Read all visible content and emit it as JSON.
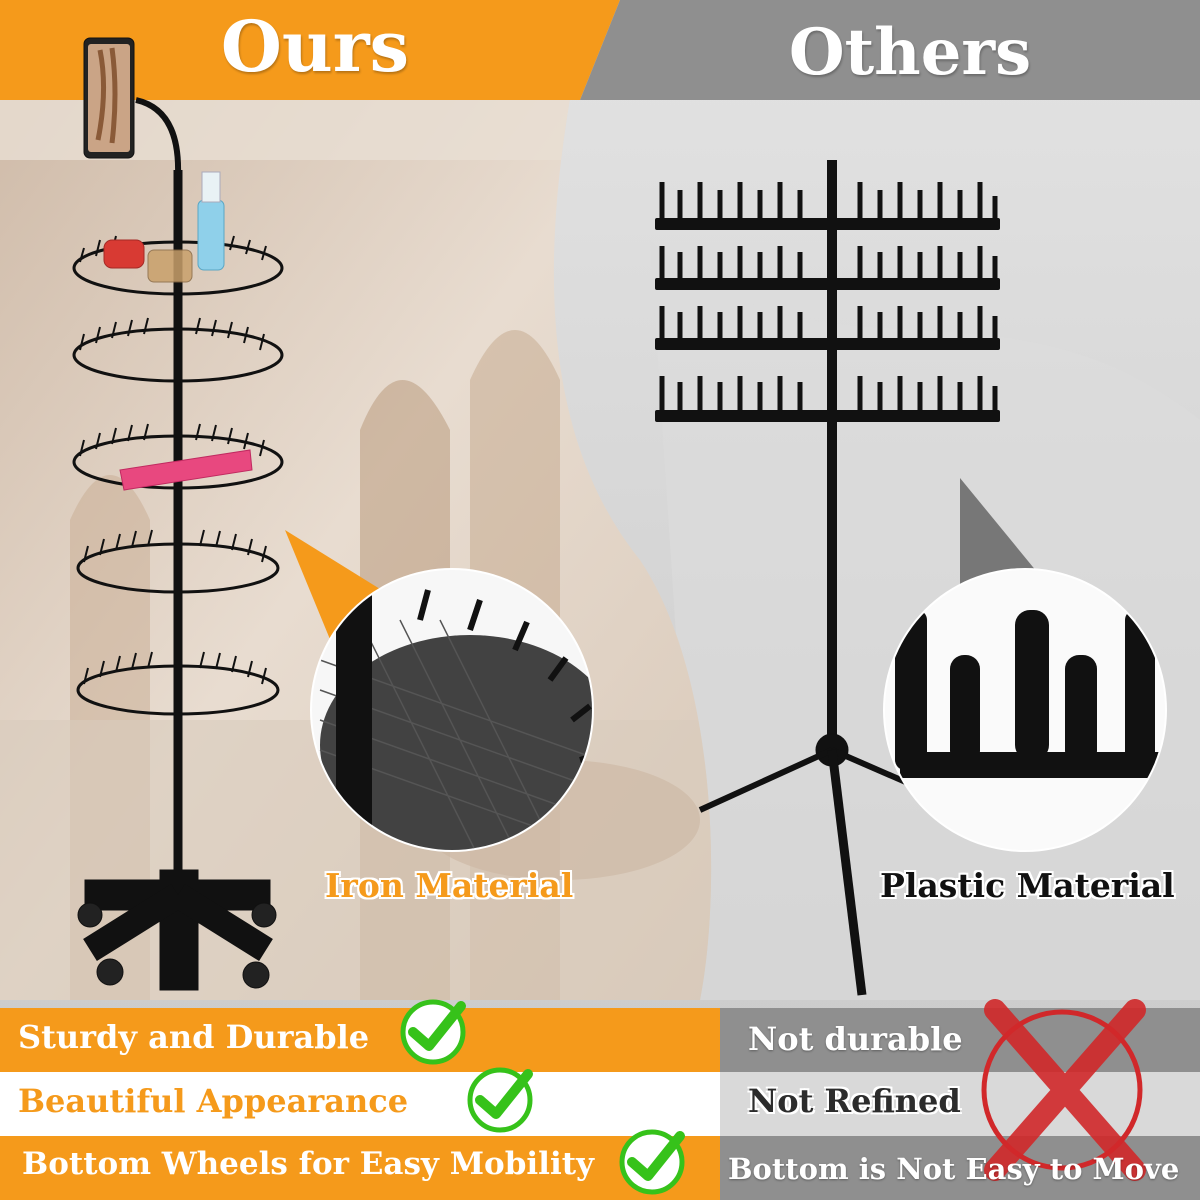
{
  "header": {
    "ours_title": "Ours",
    "others_title": "Others"
  },
  "labels": {
    "ours_material": "Iron Material",
    "others_material": "Plastic Material"
  },
  "ours_features": [
    "Sturdy and Durable",
    "Beautiful Appearance",
    "Bottom Wheels for Easy Mobility"
  ],
  "others_features": [
    "Not durable",
    "Not Refined",
    "Bottom is Not Easy to Move"
  ],
  "colors": {
    "accent_orange": "#f59a1b",
    "header_gray": "#8f8f8f",
    "check_green": "#36c21a",
    "cross_red": "#d1282a"
  },
  "icons": {
    "check": "check-icon",
    "cross": "cross-icon"
  }
}
